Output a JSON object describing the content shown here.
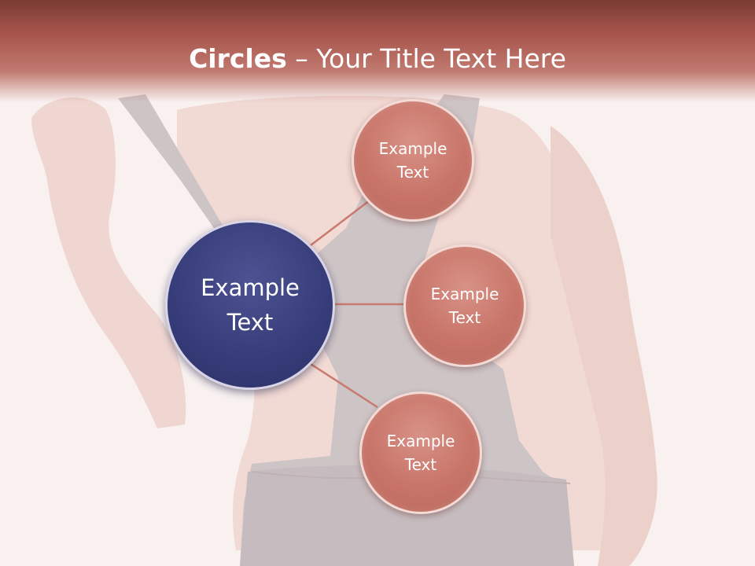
{
  "slide": {
    "title_bold": "Circles",
    "title_rest": " – Your Title Text Here"
  },
  "diagram": {
    "center": {
      "line1": "Example",
      "line2": "Text"
    },
    "nodes": [
      {
        "line1": "Example",
        "line2": "Text"
      },
      {
        "line1": "Example",
        "line2": "Text"
      },
      {
        "line1": "Example",
        "line2": "Text"
      }
    ]
  },
  "colors": {
    "title_bar": "#a9574d",
    "center_circle": "#363c78",
    "node_circle": "#c87468",
    "connector": "#c97a6f"
  }
}
